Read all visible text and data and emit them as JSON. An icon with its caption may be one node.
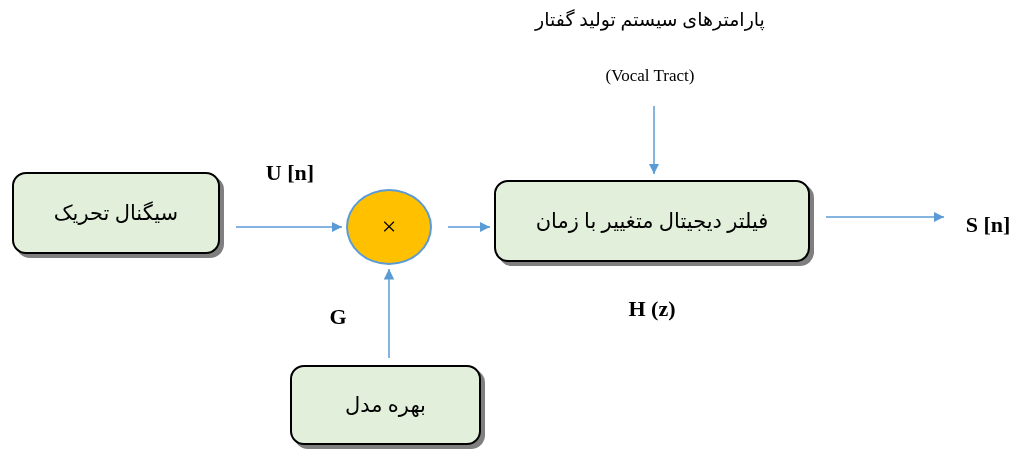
{
  "diagram": {
    "nodes": [
      {
        "text": [
          "سیگنال تحریک"
        ]
      },
      {
        "text": [
          "×"
        ]
      },
      {
        "text": [
          "فیلتر دیجیتال متغییر با زمان"
        ],
        "beside": [
          "H (z)"
        ]
      },
      {
        "text": [
          "بهره مدل"
        ]
      },
      {
        "text": [
          "S [n]"
        ]
      },
      {
        "text": [
          "پارامترهای سیستم تولید گفتار",
          "(Vocal Tract)"
        ]
      }
    ],
    "edges": [
      {
        "from": 0,
        "to": 1,
        "arrow": "to",
        "label": "U [n]"
      },
      {
        "from": 1,
        "to": 2,
        "arrow": "to"
      },
      {
        "from": 3,
        "to": 1,
        "arrow": "to",
        "label": "G"
      },
      {
        "from": 5,
        "to": 2,
        "arrow": "to"
      },
      {
        "from": 2,
        "to": 4,
        "arrow": "to"
      }
    ]
  }
}
